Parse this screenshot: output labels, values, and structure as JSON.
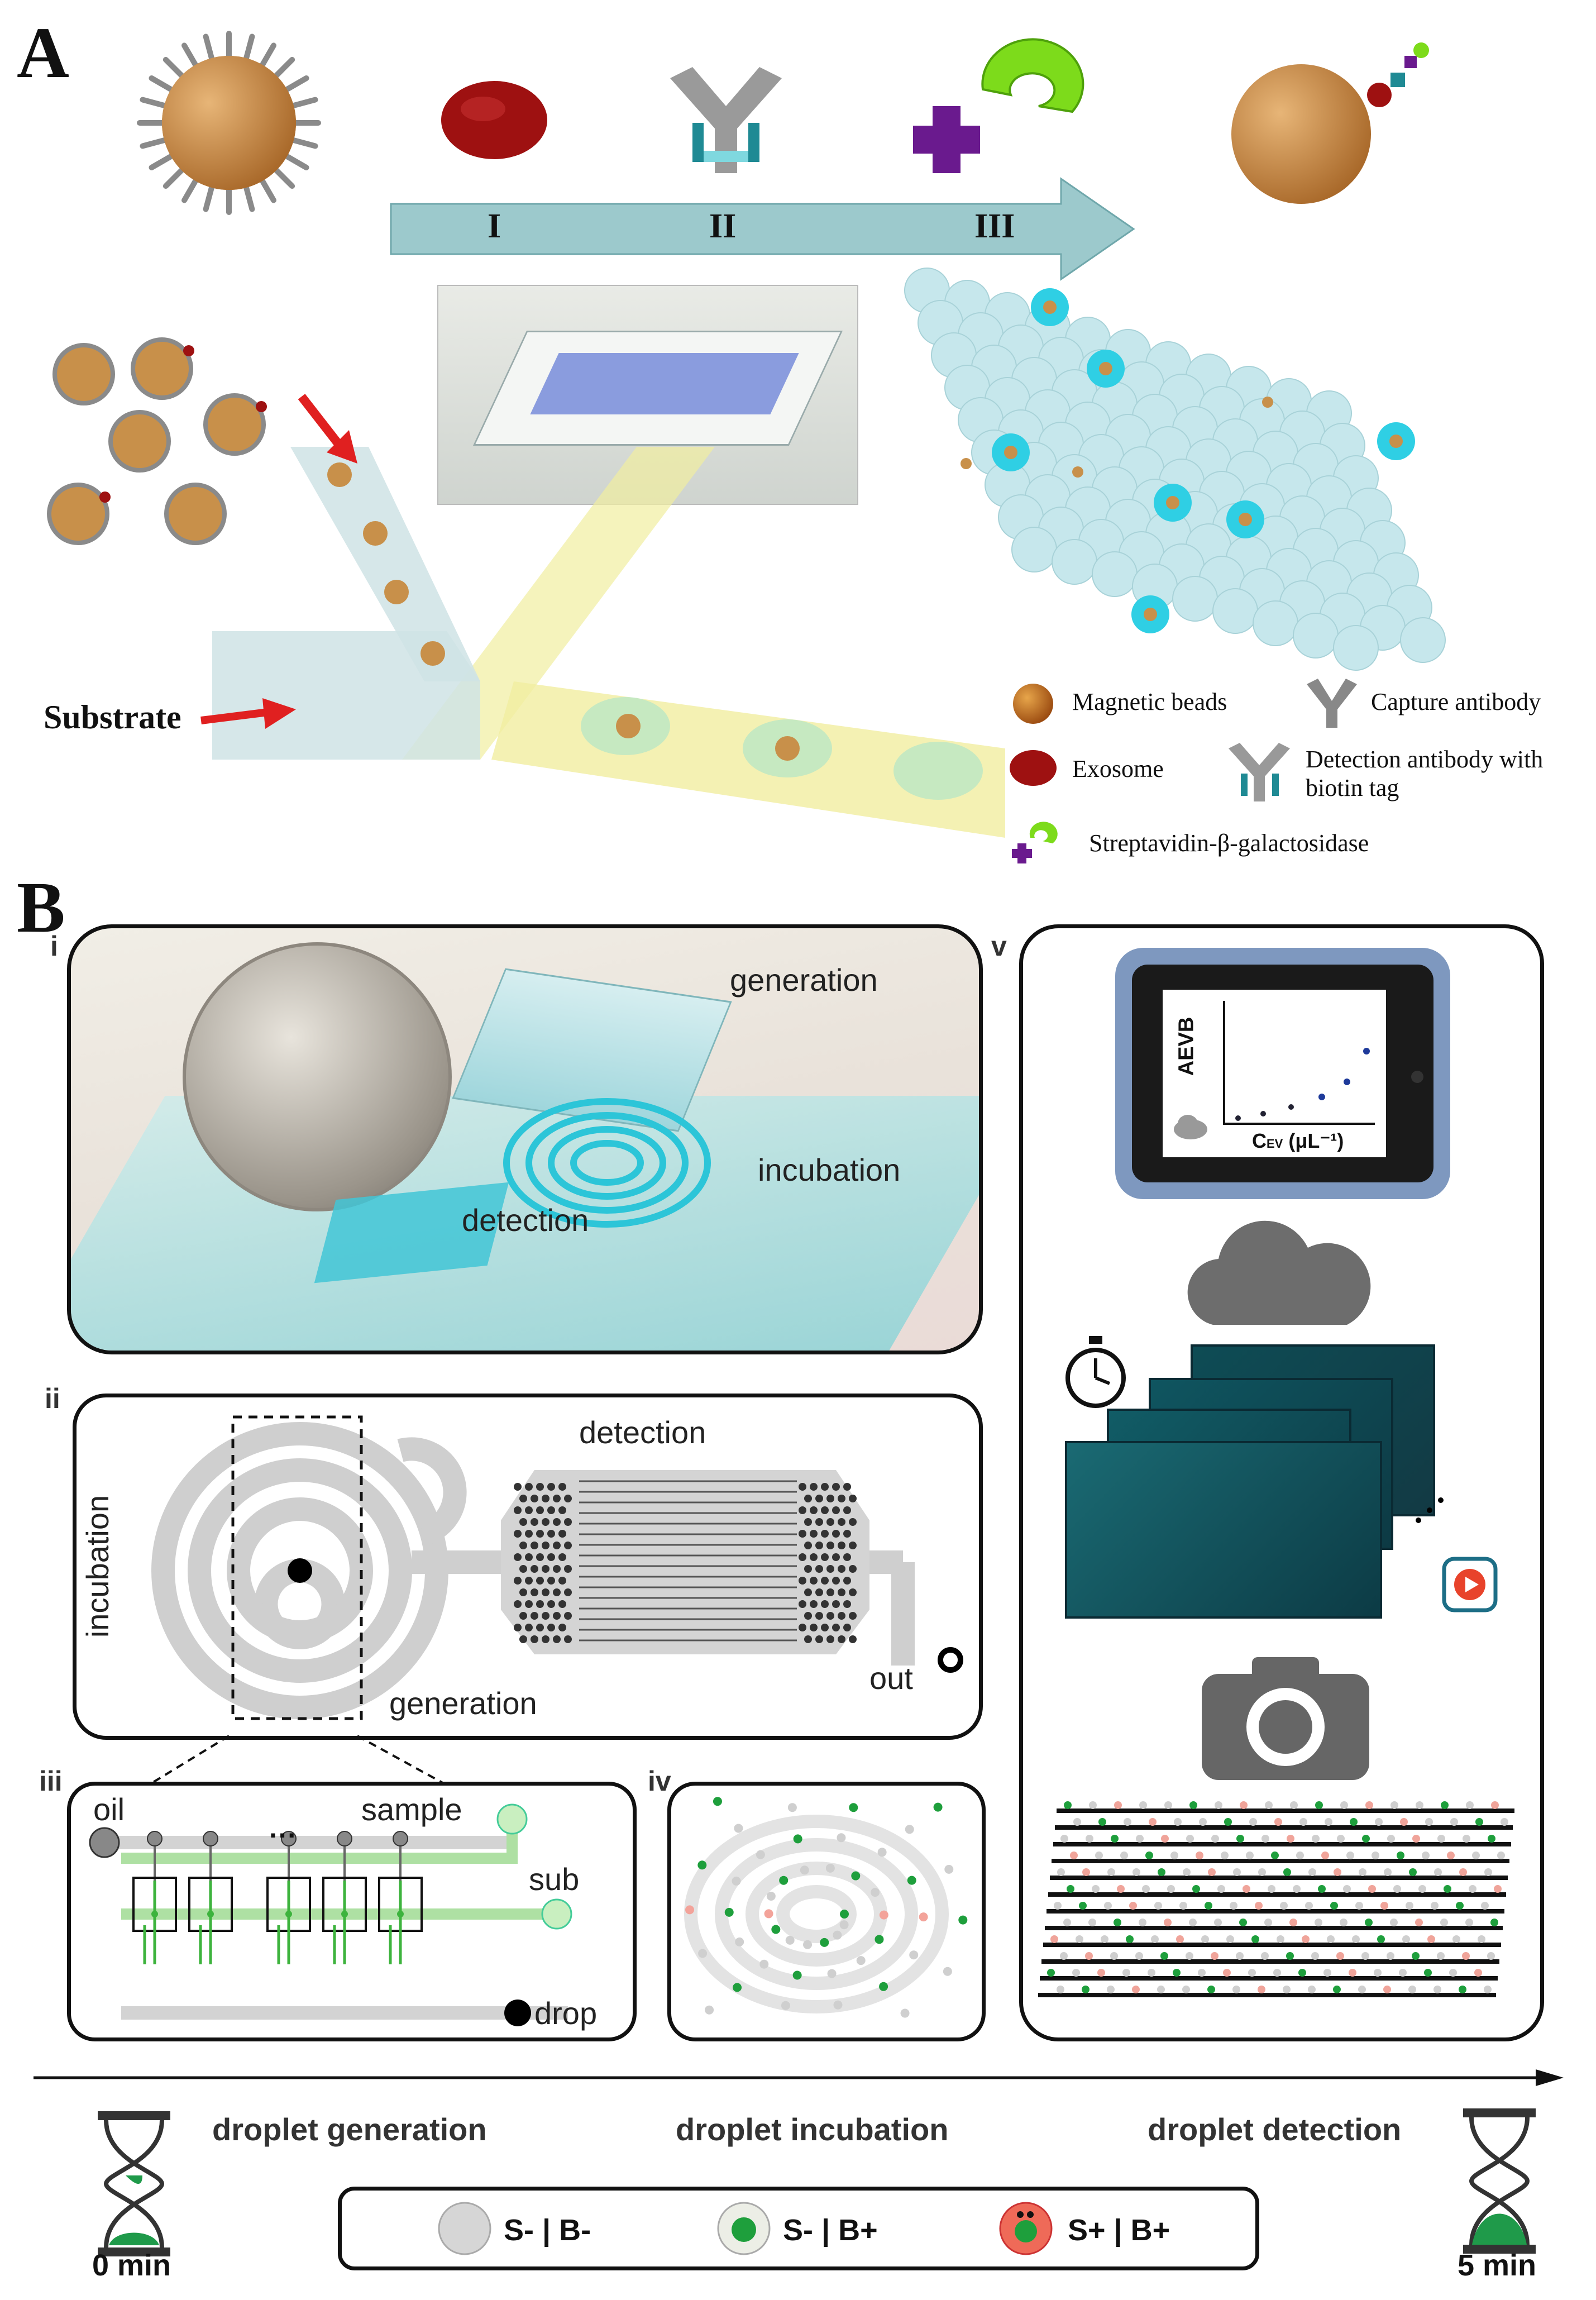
{
  "panel_a": {
    "letter": "A",
    "steps": [
      "I",
      "II",
      "III"
    ],
    "substrate_label": "Substrate",
    "legend": {
      "magnetic_beads": "Magnetic beads",
      "capture_antibody": "Capture antibody",
      "exosome": "Exosome",
      "detection_antibody": "Detection antibody with biotin tag",
      "streptavidin": "Streptavidin-β-galactosidase"
    }
  },
  "panel_b": {
    "letter": "B",
    "sub_i": {
      "tag": "i",
      "generation": "generation",
      "incubation": "incubation",
      "detection": "detection"
    },
    "sub_ii": {
      "tag": "ii",
      "detection": "detection",
      "incubation": "incubation",
      "generation": "generation",
      "out": "out"
    },
    "sub_iii": {
      "tag": "iii",
      "oil": "oil",
      "sample": "sample",
      "sub": "sub",
      "drop": "drop",
      "dots": "···"
    },
    "sub_iv": {
      "tag": "iv"
    },
    "sub_v": {
      "tag": "v",
      "ylabel": "AEVB",
      "xlabel": "C",
      "xlabel_subscript": "EV",
      "xlabel_unit": " (μL⁻¹)"
    },
    "timeline": {
      "start": "0 min",
      "end": "5 min",
      "stage1": "droplet generation",
      "stage2": "droplet incubation",
      "stage3": "droplet detection"
    },
    "key": {
      "item1": "S- | B-",
      "item2": "S- | B+",
      "item3": "S+ | B+"
    }
  }
}
